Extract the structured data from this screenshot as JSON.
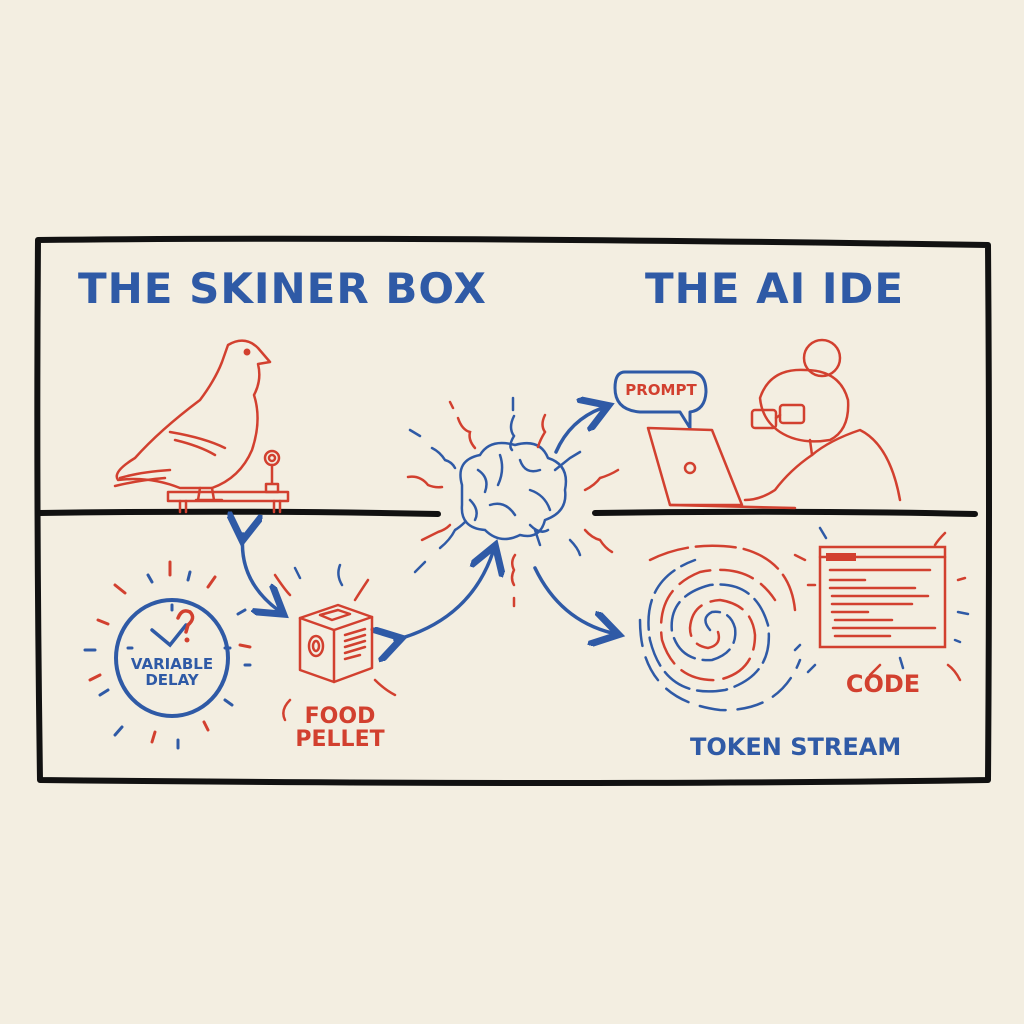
{
  "colors": {
    "background": "#f3eee1",
    "ink_blue": "#2f5aa6",
    "ink_red": "#d2402f",
    "frame_black": "#111111"
  },
  "left_panel": {
    "title": "THE SKINER BOX",
    "pigeon": {
      "icon": "pigeon-on-lever-icon"
    },
    "clock": {
      "icon": "clock-question-icon",
      "label_line1": "VARIABLE",
      "label_line2": "DELAY"
    },
    "pellet": {
      "icon": "food-box-icon",
      "label_line1": "FOOD",
      "label_line2": "PELLET"
    }
  },
  "center": {
    "brain": {
      "icon": "brain-icon"
    }
  },
  "right_panel": {
    "title": "THE AI IDE",
    "prompt_bubble": {
      "label": "PROMPT"
    },
    "developer": {
      "icon": "developer-at-laptop-icon"
    },
    "token_stream": {
      "icon": "spiral-icon",
      "label": "TOKEN STREAM"
    },
    "code": {
      "icon": "code-window-icon",
      "label": "CODE"
    }
  }
}
